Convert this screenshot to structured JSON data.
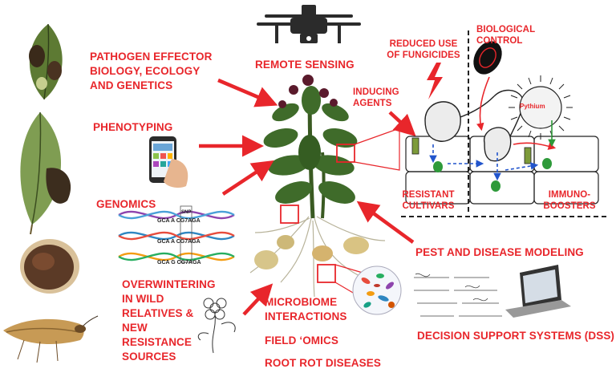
{
  "labels": {
    "pathogen": "PATHOGEN EFFECTOR\nBIOLOGY, ECOLOGY\nAND  GENETICS",
    "phenotyping": "PHENOTYPING",
    "genomics": "GENOMICS",
    "overwintering": "OVERWINTERING\nIN WILD\nRELATIVES &\nNEW\nRESISTANCE\nSOURCES",
    "remote_sensing": "REMOTE SENSING",
    "reduced_fungicides": "REDUCED USE\nOF FUNGICIDES",
    "biological_control": "BIOLOGICAL\nCONTROL",
    "inducing_agents": "INDUCING\nAGENTS",
    "resistant_cultivars": "RESISTANT\nCULTIVARS",
    "immuno_boosters": "IMMUNO-\nBOOSTERS",
    "pest_modeling": "PEST AND DISEASE MODELING",
    "microbiome": "MICROBIOME\nINTERACTIONS",
    "field_omics": "FIELD ‘OMICS",
    "root_rot": "ROOT ROT DISEASES",
    "dss": "DECISION SUPPORT SYSTEMS (DSS)",
    "pythium": "Pythium",
    "snp": "SNP"
  },
  "dna": {
    "seq1": "GCA A CG7AGA",
    "seq2": "GCA A CG7AGA",
    "seq3": "GCA G CG7AGA"
  },
  "colors": {
    "accent_red": "#e8262b",
    "leaf_green": "#3f6b2a",
    "flower_purple": "#5a1a2c",
    "arrow_blue": "#2255cc",
    "cell_green": "#2e9a3a"
  }
}
